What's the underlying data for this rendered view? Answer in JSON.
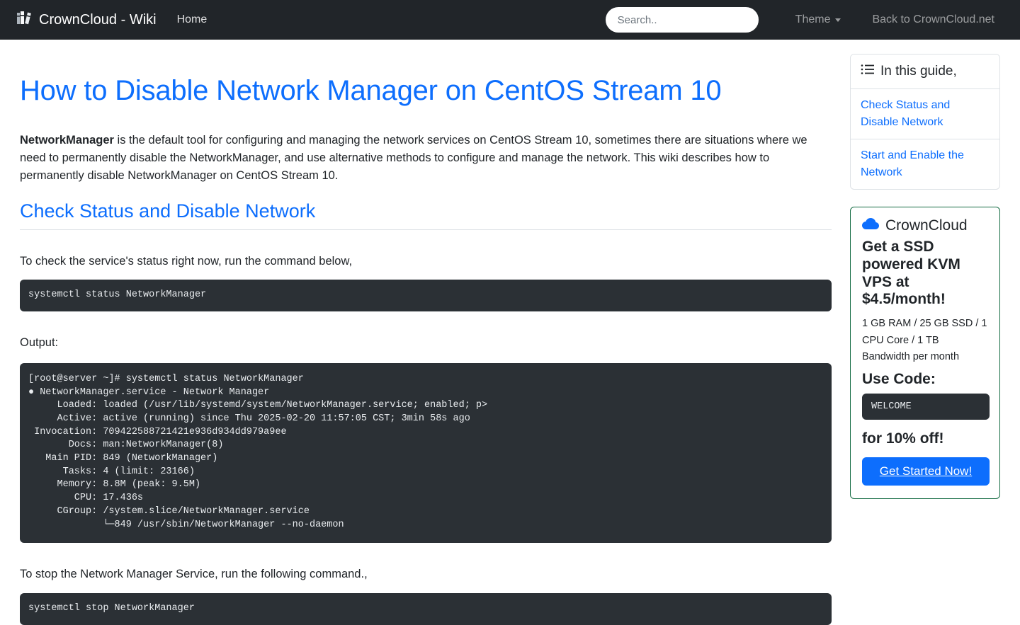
{
  "navbar": {
    "brand": "CrownCloud - Wiki",
    "brand_icon": "books-icon",
    "home_label": "Home",
    "search_placeholder": "Search..",
    "search_value": "",
    "theme_label": "Theme",
    "back_label": "Back to CrownCloud.net"
  },
  "article": {
    "title": "How to Disable Network Manager on CentOS Stream 10",
    "intro_strong": "NetworkManager",
    "intro_rest": " is the default tool for configuring and managing the network services on CentOS Stream 10, sometimes there are situations where we need to permanently disable the NetworkManager, and use alternative methods to configure and manage the network. This wiki describes how to permanently disable NetworkManager on CentOS Stream 10.",
    "section1_title": "Check Status and Disable Network",
    "para1": "To check the service's status right now, run the command below,",
    "code1": "systemctl status NetworkManager",
    "output_label": "Output:",
    "output_code": "[root@server ~]# systemctl status NetworkManager\n● NetworkManager.service - Network Manager\n     Loaded: loaded (/usr/lib/systemd/system/NetworkManager.service; enabled; p>\n     Active: active (running) since Thu 2025-02-20 11:57:05 CST; 3min 58s ago\n Invocation: 709422588721421e936d934dd979a9ee\n       Docs: man:NetworkManager(8)\n   Main PID: 849 (NetworkManager)\n      Tasks: 4 (limit: 23166)\n     Memory: 8.8M (peak: 9.5M)\n        CPU: 17.436s\n     CGroup: /system.slice/NetworkManager.service\n             └─849 /usr/sbin/NetworkManager --no-daemon",
    "para2": "To stop the Network Manager Service, run the following command.,",
    "code2": "systemctl stop NetworkManager"
  },
  "sidebar": {
    "toc": {
      "header": "In this guide,",
      "header_icon": "list-ul-icon",
      "items": [
        {
          "label": "Check Status and Disable Network"
        },
        {
          "label": "Start and Enable the Network"
        }
      ]
    },
    "promo": {
      "brand": "CrownCloud",
      "brand_icon": "cloud-icon",
      "heading": "Get a SSD powered KVM VPS at $4.5/month!",
      "specs": "1 GB RAM / 25 GB SSD / 1 CPU Core / 1 TB Bandwidth per month",
      "use_code_label": "Use Code:",
      "code": "WELCOME",
      "discount_text": "for 10% off!",
      "cta_label": "Get Started Now!"
    }
  },
  "colors": {
    "navbar_bg": "#212529",
    "accent_blue": "#0d6efd",
    "code_bg": "#2b3035",
    "promo_border_green": "#146c43",
    "border_gray": "#dee2e6"
  }
}
